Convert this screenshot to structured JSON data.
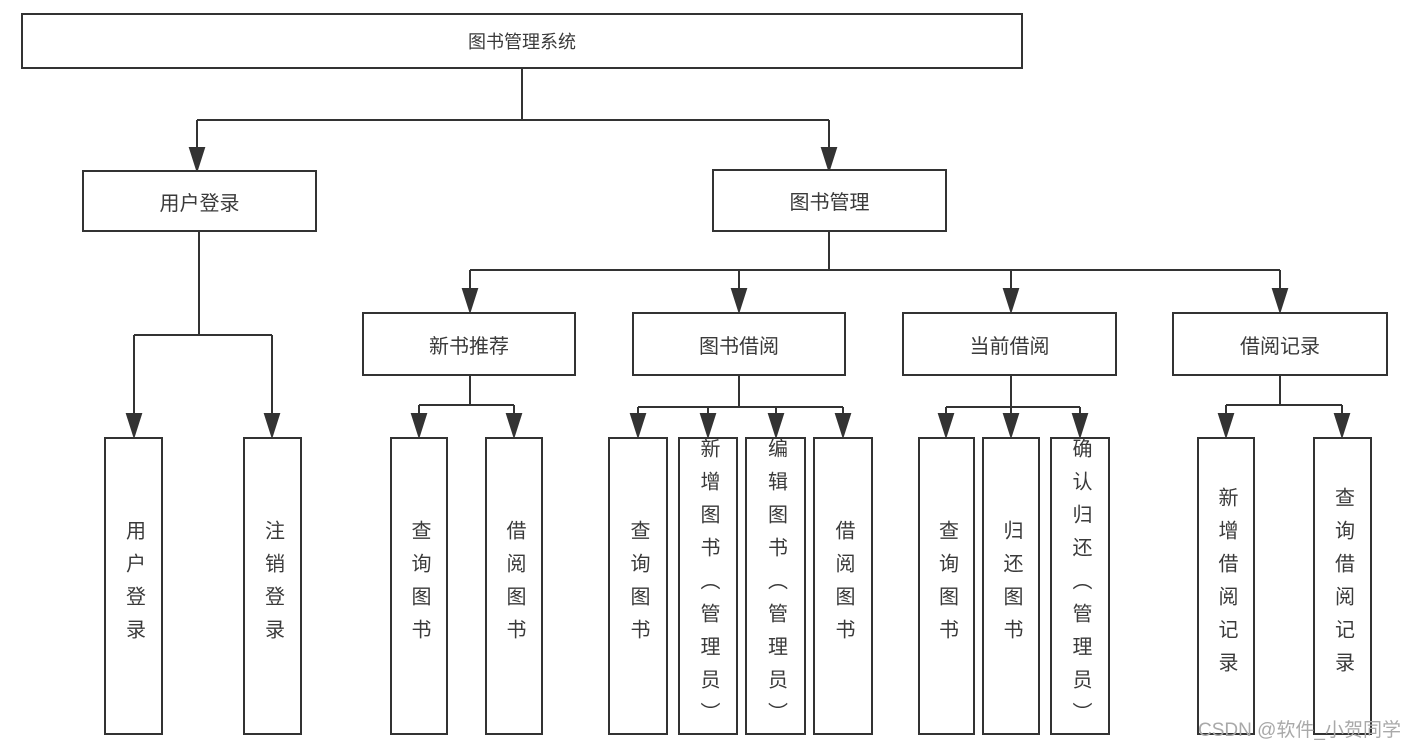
{
  "diagram": {
    "root": {
      "label": "图书管理系统"
    },
    "branches": {
      "user_login": {
        "label": "用户登录"
      },
      "book_management": {
        "label": "图书管理"
      }
    },
    "modules": {
      "new_books": {
        "label": "新书推荐"
      },
      "book_borrow": {
        "label": "图书借阅"
      },
      "current_borrow": {
        "label": "当前借阅"
      },
      "borrow_records": {
        "label": "借阅记录"
      }
    },
    "leaves": {
      "user_login": [
        "用户登录",
        "注销登录"
      ],
      "new_books": [
        "查询图书",
        "借阅图书"
      ],
      "book_borrow": [
        "查询图书",
        "新增图书（管理员）",
        "编辑图书（管理员）",
        "借阅图书"
      ],
      "current_borrow": [
        "查询图书",
        "归还图书",
        "确认归还（管理员）"
      ],
      "borrow_records": [
        "新增借阅记录",
        "查询借阅记录"
      ]
    },
    "watermark": "CSDN @软件_小贺同学",
    "colors": {
      "line": "#333333",
      "text": "#3a3a3a",
      "watermark": "#a9a9a9",
      "background": "#ffffff"
    }
  }
}
